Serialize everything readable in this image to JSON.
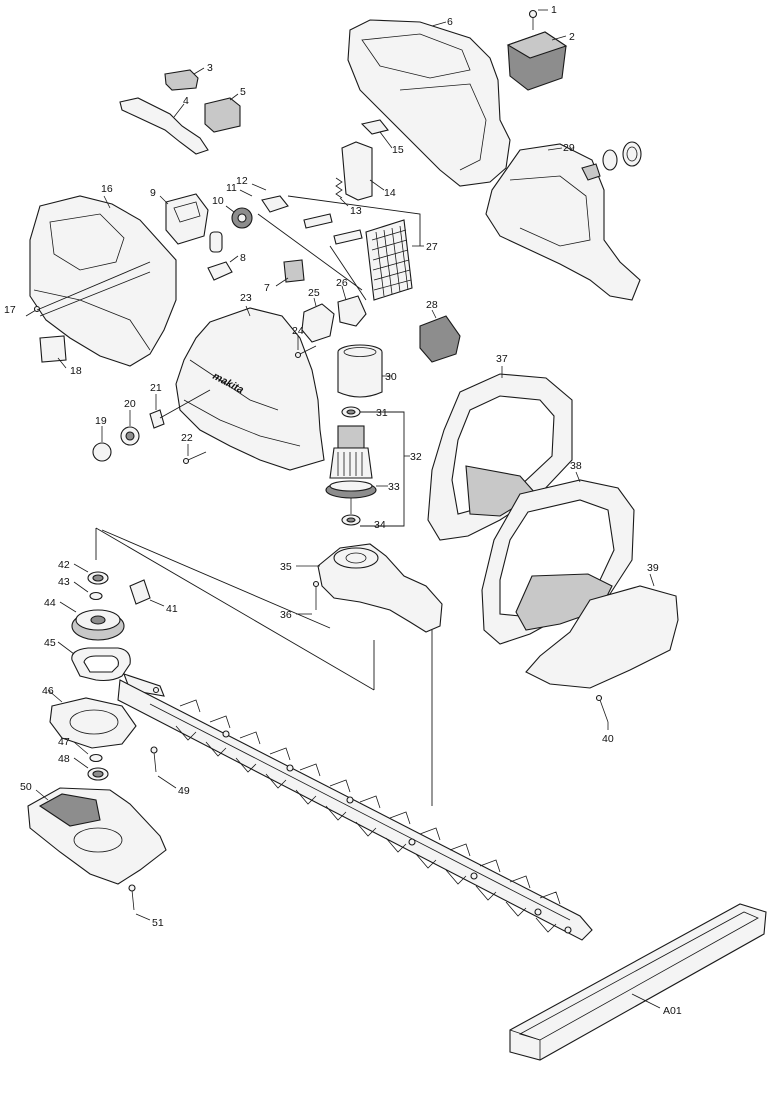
{
  "diagram": {
    "brand_text": "makita",
    "callouts": {
      "c1": "1",
      "c2": "2",
      "c3": "3",
      "c4": "4",
      "c5": "5",
      "c6": "6",
      "c7": "7",
      "c8": "8",
      "c9": "9",
      "c10": "10",
      "c11": "11",
      "c12": "12",
      "c13": "13",
      "c14": "14",
      "c15": "15",
      "c16": "16",
      "c17": "17",
      "c18": "18",
      "c19": "19",
      "c20": "20",
      "c21": "21",
      "c22": "22",
      "c23": "23",
      "c24": "24",
      "c25": "25",
      "c26": "26",
      "c27": "27",
      "c28": "28",
      "c29": "29",
      "c30": "30",
      "c31": "31",
      "c32": "32",
      "c33": "33",
      "c34": "34",
      "c35": "35",
      "c36": "36",
      "c37": "37",
      "c38": "38",
      "c39": "39",
      "c40": "40",
      "c41": "41",
      "c42": "42",
      "c43": "43",
      "c44": "44",
      "c45": "45",
      "c46": "46",
      "c47": "47",
      "c48": "48",
      "c49": "49",
      "c50": "50",
      "c51": "51",
      "cA01": "A01"
    }
  }
}
